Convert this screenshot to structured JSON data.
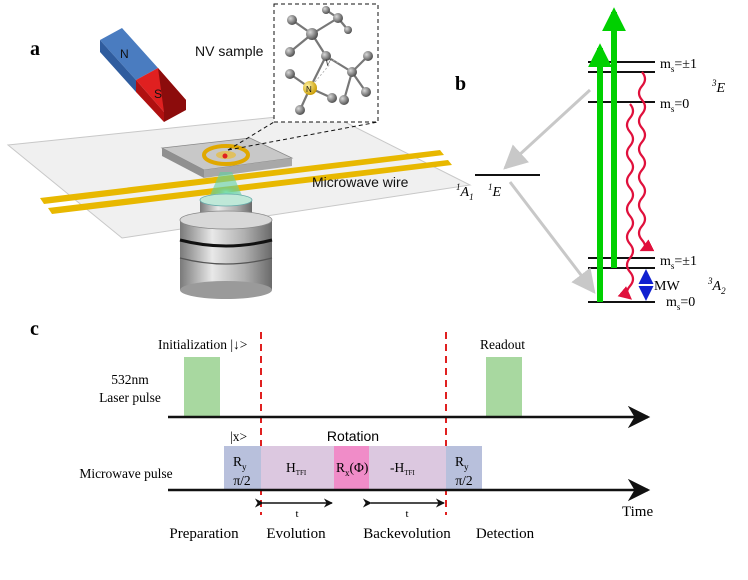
{
  "panel_a": {
    "label": "a",
    "nv_sample_label": "NV sample",
    "microwave_wire_label": "Microwave wire",
    "magnet_n": "N",
    "magnet_s": "S",
    "vacancy_label": "V",
    "nitrogen_label": "N"
  },
  "panel_b": {
    "label": "b",
    "excited_pm1": "m",
    "excited_pm1_sub": "s",
    "excited_pm1_val": "=±1",
    "excited_0": "m",
    "excited_0_sub": "s",
    "excited_0_val": "=0",
    "excited_state": "E",
    "excited_state_sup": "3",
    "singlet_a": "A",
    "singlet_a_sup": "1",
    "singlet_a_sub": "1",
    "singlet_e": "E",
    "singlet_e_sup": "1",
    "ground_pm1": "m",
    "ground_pm1_sub": "s",
    "ground_pm1_val": "=±1",
    "ground_0": "m",
    "ground_0_sub": "s",
    "ground_0_val": "=0",
    "ground_state": "A",
    "ground_state_sup": "3",
    "ground_state_sub": "2",
    "mw_label": "MW"
  },
  "panel_c": {
    "label": "c",
    "initialization": "Initialization |↓>",
    "readout": "Readout",
    "laser_label_1": "532nm",
    "laser_label_2": "Laser pulse",
    "x_state": "|x>",
    "rotation": "Rotation",
    "microwave_label": "Microwave pulse",
    "pulse_ry_1_main": "R",
    "pulse_ry_1_sub": "y",
    "pulse_ry_1_angle": "π/2",
    "pulse_h_main": "H",
    "pulse_h_sub": "TFI",
    "pulse_rx_main": "R",
    "pulse_rx_sub": "x",
    "pulse_rx_arg": "(Φ)",
    "pulse_negh_main": "-H",
    "pulse_negh_sub": "TFI",
    "pulse_ry_2_main": "R",
    "pulse_ry_2_sub": "y",
    "pulse_ry_2_angle": "π/2",
    "t_label_1": "t",
    "t_label_2": "t",
    "time_label": "Time",
    "phase_preparation": "Preparation",
    "phase_evolution": "Evolution",
    "phase_backevolution": "Backevolution",
    "phase_detection": "Detection"
  },
  "colors": {
    "laser_green": "#00d000",
    "pulse_green": "#a8d8a0",
    "pulse_blue": "#b8c0dc",
    "pulse_purple": "#dcc8e0",
    "pulse_pink": "#f08cc8",
    "red_dash": "#e02020",
    "wire_gold": "#e8b800"
  }
}
